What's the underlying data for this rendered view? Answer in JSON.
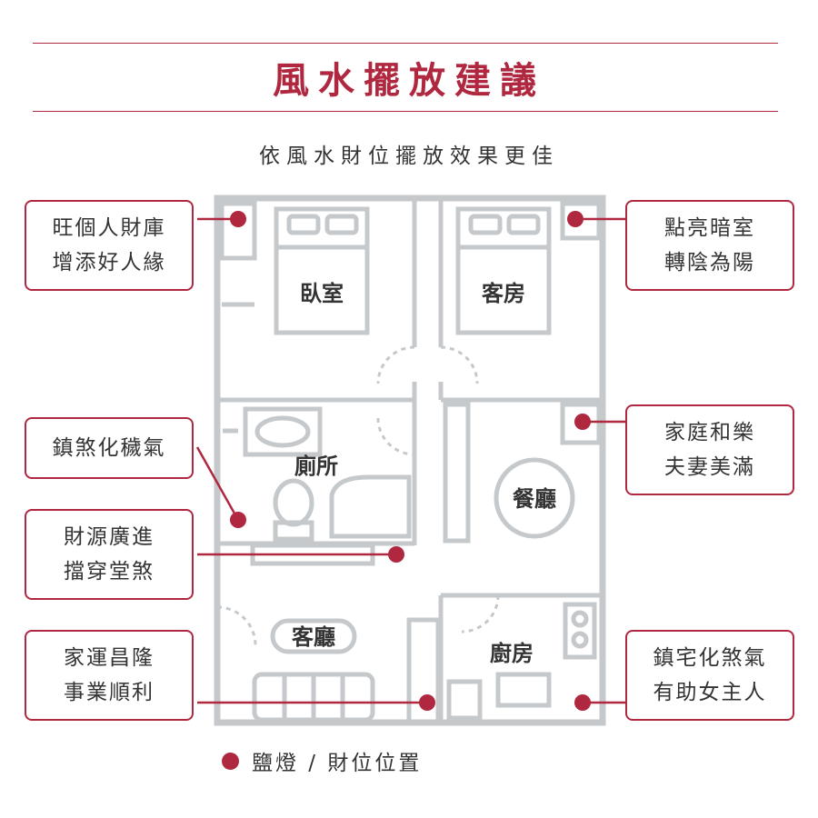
{
  "header": {
    "title": "風水擺放建議",
    "subtitle": "依風水財位擺放效果更佳"
  },
  "rooms": {
    "bedroom": "臥室",
    "guest_room": "客房",
    "toilet": "廁所",
    "dining": "餐廳",
    "living": "客廳",
    "kitchen": "廚房"
  },
  "callouts": [
    {
      "lines": [
        "旺個人財庫",
        "增添好人緣"
      ]
    },
    {
      "lines": [
        "點亮暗室",
        "轉陰為陽"
      ]
    },
    {
      "lines": [
        "鎮煞化穢氣"
      ]
    },
    {
      "lines": [
        "家庭和樂",
        "夫妻美滿"
      ]
    },
    {
      "lines": [
        "財源廣進",
        "擋穿堂煞"
      ]
    },
    {
      "lines": [
        "家運昌隆",
        "事業順利"
      ]
    },
    {
      "lines": [
        "鎮宅化煞氣",
        "有助女主人"
      ]
    }
  ],
  "legend": {
    "label": "鹽燈 / 財位位置"
  },
  "colors": {
    "accent": "#b0283f",
    "wall": "#c5c9cb",
    "text": "#333333"
  }
}
